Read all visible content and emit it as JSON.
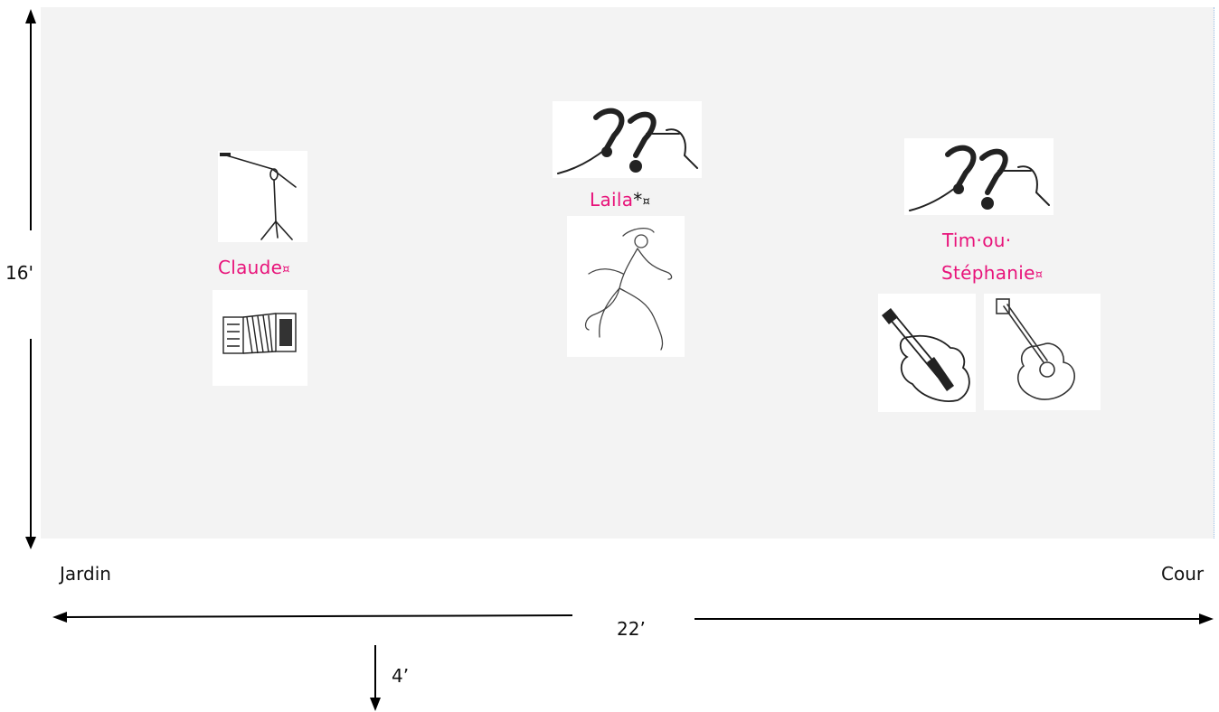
{
  "performers": {
    "claude": {
      "name": "Claude",
      "mark": "¤",
      "icons": [
        "microphone-stand-icon",
        "accordion-icon"
      ]
    },
    "laila": {
      "name": "Laila",
      "suffix": "*",
      "mark": "¤",
      "icons": [
        "headset-mic-icon",
        "dancer-icon"
      ]
    },
    "tim": {
      "name_line1": "Tim·ou·",
      "name_line2": "Stéphanie",
      "mark": "¤",
      "icons": [
        "headset-mic-icon",
        "violin-icon",
        "guitar-icon"
      ]
    }
  },
  "dimensions": {
    "depth": "16'",
    "width": "22’",
    "apron": "4’"
  },
  "sides": {
    "left": "Jardin",
    "right": "Cour"
  },
  "colors": {
    "stage_bg": "#f3f3f3",
    "name_color": "#e8137a"
  }
}
